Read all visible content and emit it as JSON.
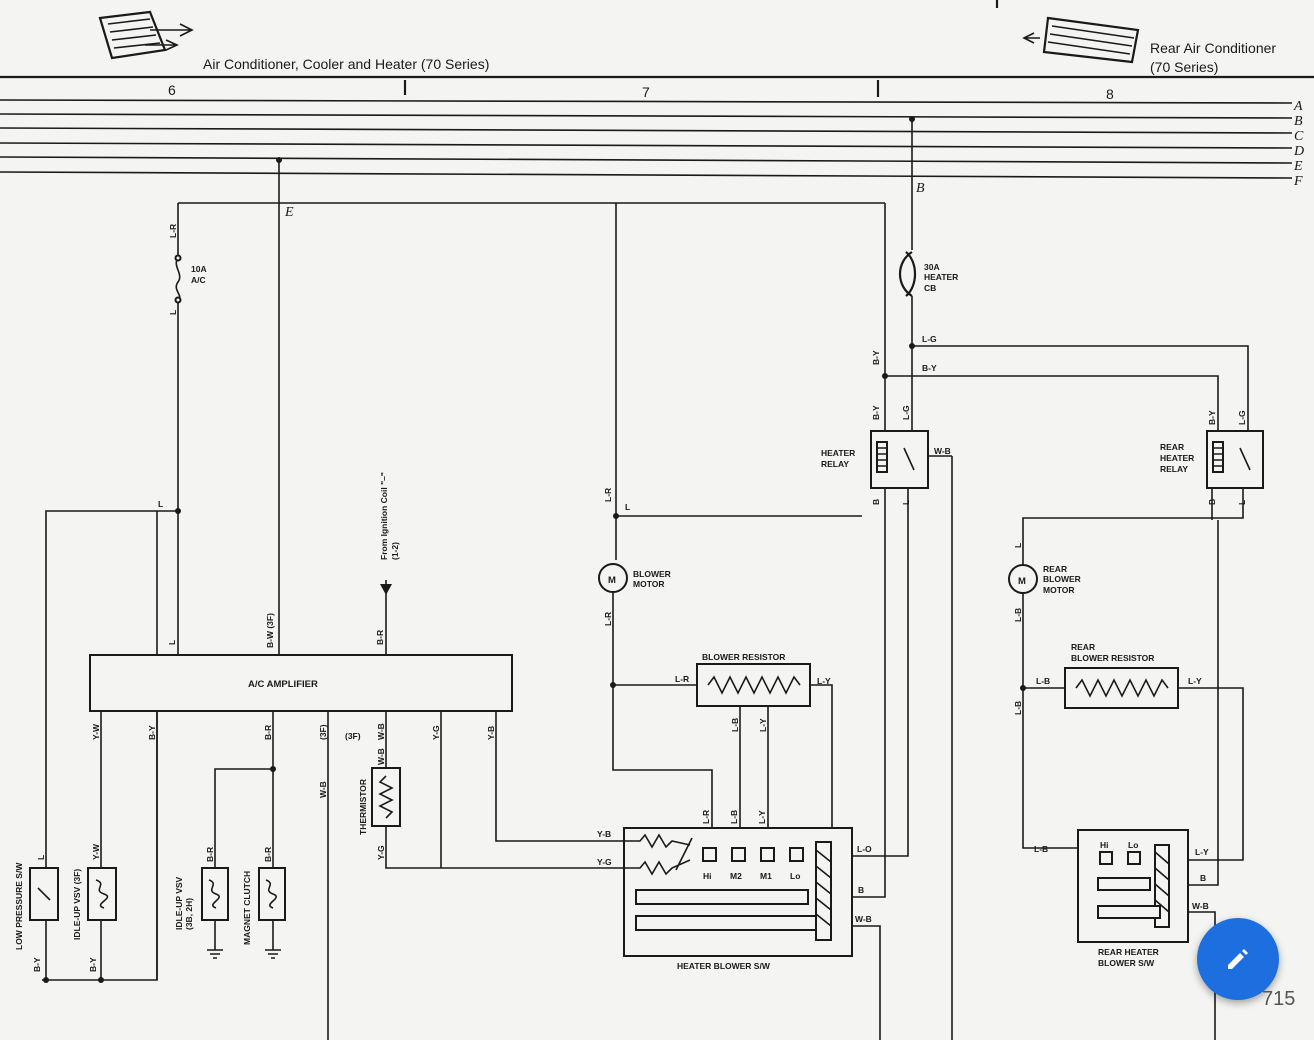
{
  "header": {
    "left_title": "Air Conditioner, Cooler and Heater (70 Series)",
    "right_title_line1": "Rear Air Conditioner",
    "right_title_line2": "(70 Series)",
    "columns": [
      "6",
      "7",
      "8"
    ]
  },
  "bus_lines": [
    "A",
    "B",
    "C",
    "D",
    "E",
    "F"
  ],
  "bus_taps": {
    "e": "E",
    "b": "B"
  },
  "components": {
    "fuse_10a": [
      "10A",
      "A/C"
    ],
    "breaker_30a": [
      "30A",
      "HEATER",
      "CB"
    ],
    "ac_amplifier": "A/C AMPLIFIER",
    "heater_relay": [
      "HEATER",
      "RELAY"
    ],
    "rear_heater_relay": [
      "REAR",
      "HEATER",
      "RELAY"
    ],
    "blower_motor": [
      "BLOWER",
      "MOTOR"
    ],
    "rear_blower_motor": [
      "REAR",
      "BLOWER",
      "MOTOR"
    ],
    "motor_symbol": "M",
    "blower_resistor": "BLOWER RESISTOR",
    "rear_blower_resistor": [
      "REAR",
      "BLOWER RESISTOR"
    ],
    "heater_blower_sw": "HEATER BLOWER S/W",
    "rear_heater_blower_sw": [
      "REAR HEATER",
      "BLOWER S/W"
    ],
    "low_pressure_sw": "LOW PRESSURE S/W",
    "idle_up_vsv_3f": "IDLE-UP VSV (3F)",
    "idle_up_vsv_3b": [
      "IDLE-UP VSV",
      "(3B, 2H)"
    ],
    "magnet_clutch": "MAGNET CLUTCH",
    "thermistor": "THERMISTOR",
    "ignition_note": [
      "From Ignition Coil \"–\"",
      "(1-2)"
    ],
    "switch_positions": [
      "Hi",
      "M2",
      "M1",
      "Lo"
    ],
    "rear_switch_positions": [
      "Hi",
      "Lo"
    ]
  },
  "wire_labels": {
    "l_r": "L-R",
    "l": "L",
    "b_w_3f": "B-W (3F)",
    "b_r": "B-R",
    "y_w": "Y-W",
    "b_y": "B-Y",
    "w_b": "W-B",
    "y_g": "Y-G",
    "y_b": "Y-B",
    "l_g": "L-G",
    "b": "B",
    "l_y": "L-Y",
    "l_b": "L-B",
    "l_o": "L-O",
    "three_f": "(3F)"
  },
  "overlay": {
    "page_number": "715",
    "edit_icon": "pencil-icon"
  }
}
